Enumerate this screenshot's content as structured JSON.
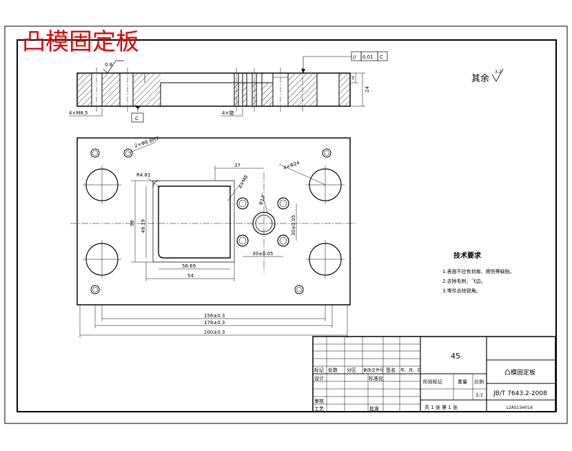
{
  "stamp_title": "凸模固定板",
  "section": {
    "roughness_top": "0.8",
    "flatness_symbol": "//",
    "flatness_value": "0.01",
    "flatness_datum": "C",
    "datum_label": "C",
    "dim_t": "T",
    "dim_24": "24",
    "dim_left_holes": "4×M8.5",
    "dim_mid_holes": "4×锪"
  },
  "other_finish": {
    "text": "其余",
    "value": "3.2"
  },
  "plan": {
    "dim_pins": "2×Φ8.8H7",
    "dim_37": "37",
    "dim_r_corner": "R4.81",
    "dim_big_holes": "4×Φ24",
    "dim_small_holes": "4×M8",
    "dim_center_hole": "Φ17",
    "dim_vertical_98": "98",
    "dim_vertical_inner": "49.19",
    "dim_30": "30±0.05",
    "dim_right_vertical": "30±0.05",
    "dim_56": "56.69",
    "dim_54": "54",
    "dim_156": "156±0.3",
    "dim_178": "178±0.3",
    "dim_200": "200±0.3"
  },
  "tech": {
    "title": "技术要求",
    "items": [
      "1.表面不应有划痕、擦伤等缺陷。",
      "2.去除毛刺、飞边。",
      "3.零件去除锐角。"
    ]
  },
  "title_block": {
    "material": "45",
    "part_name": "凸模固定板",
    "header_labels": [
      "标记",
      "处数",
      "分区",
      "更改文件号",
      "签名",
      "年、月、日"
    ],
    "design": "设计",
    "standardize": "标准化",
    "stage_mark": "阶段标记",
    "weight": "重量",
    "scale_label": "比例",
    "scale_value": "1:1",
    "audit": "审核",
    "process": "工艺",
    "approve": "批准",
    "standard_no": "JB/T 7643.2-2008",
    "sheets": "共 1 张    第 1 张",
    "code": "12AS15H016"
  }
}
